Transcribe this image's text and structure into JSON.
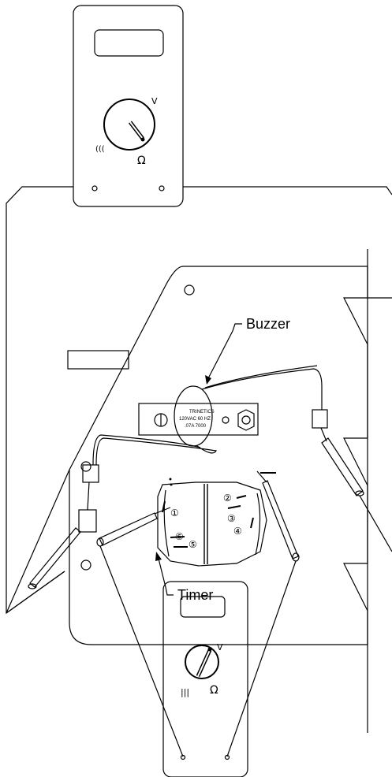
{
  "labels": {
    "buzzer": "Buzzer",
    "timer": "Timer"
  },
  "buzzer_plate": {
    "line1": "TRINETICS",
    "line2": "120VAC 60 HZ",
    "line3": ".07A 7000"
  },
  "meter_top": {
    "volts_symbol": "V",
    "ohms_symbol": "Ω",
    "continuity_symbol": "((("
  },
  "meter_bottom": {
    "volts_symbol": "V",
    "ohms_symbol": "Ω",
    "continuity_symbol": "|||"
  },
  "timer_terminals": [
    "①",
    "②",
    "③",
    "④",
    "⑤",
    "⑥"
  ]
}
